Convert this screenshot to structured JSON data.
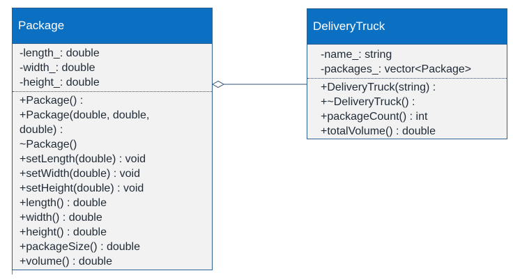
{
  "package": {
    "name": "Package",
    "attributes": [
      "-length_: double",
      "-width_: double",
      "-height_: double"
    ],
    "operations": [
      "+Package() :",
      "+Package(double, double,",
      "double) :",
      "~Package()",
      "+setLength(double) : void",
      "+setWidth(double) : void",
      "+setHeight(double) : void",
      "+length() : double",
      "+width() : double",
      "+height() : double",
      "+packageSize() : double",
      "+volume() : double"
    ]
  },
  "delivery_truck": {
    "name": "DeliveryTruck",
    "attributes": [
      "-name_: string",
      "-packages_: vector<Package>"
    ],
    "operations": [
      "+DeliveryTruck(string) :",
      "+~DeliveryTruck() :",
      "+packageCount() : int",
      "+totalVolume() : double"
    ]
  },
  "relationship": {
    "type": "aggregation",
    "whole": "Package",
    "part": "DeliveryTruck"
  },
  "colors": {
    "header": "#0b6fc2",
    "body": "#f2f2f2",
    "border": "#2f5f8f",
    "text": "#1f2a36"
  }
}
